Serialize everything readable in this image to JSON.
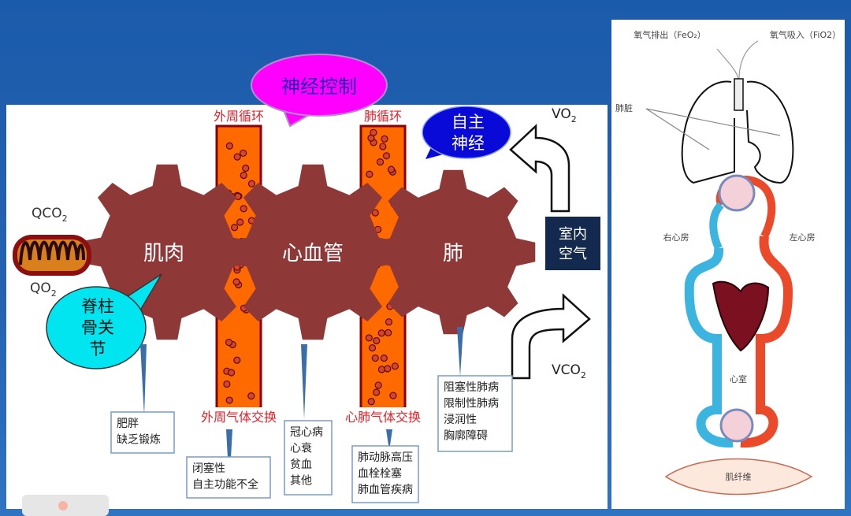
{
  "bubbles": {
    "neural_control": "神经控制",
    "autonomic_1": "自主",
    "autonomic_2": "神经",
    "spine_1": "脊柱",
    "spine_2": "骨关",
    "spine_3": "节"
  },
  "gears": {
    "muscle": "肌肉",
    "cardio": "心血管",
    "lung": "肺"
  },
  "vessels": {
    "peripheral_circ": "外周循环",
    "pulmonary_circ": "肺循环",
    "peripheral_gas": "外周气体交换",
    "cardiopulm_gas": "心肺气体交换"
  },
  "labels": {
    "qco2": "QCO",
    "qo2": "QO",
    "vo2": "VO",
    "vco2": "VCO",
    "sub2": "2",
    "room_air_1": "室内",
    "room_air_2": "空气"
  },
  "boxes": {
    "muscle": [
      "肥胖",
      "缺乏锻炼"
    ],
    "peripheral": [
      "闭塞性",
      "自主功能不全"
    ],
    "cardio": [
      "冠心病",
      "心衰",
      "贫血",
      "其他"
    ],
    "pulmonary": [
      "肺动脉高压",
      "血栓栓塞",
      "肺血管疾病"
    ],
    "lung": [
      "阻塞性肺病",
      "限制性肺病",
      "浸润性",
      "胸廓障碍"
    ]
  },
  "anatomy": {
    "exhale": "氧气排出（FeO₂）",
    "inhale": "氧气吸入（FiO2）",
    "lungs": "肺脏",
    "right_atrium": "右心房",
    "left_atrium": "左心房",
    "ventricle": "心室",
    "muscle_fiber": "肌纤维"
  },
  "colors": {
    "gear": "#8f3838",
    "vessel": "#ff6a00",
    "magenta": "#ff00ff",
    "blue": "#0a0ad8",
    "cyan": "#00e5f0"
  }
}
